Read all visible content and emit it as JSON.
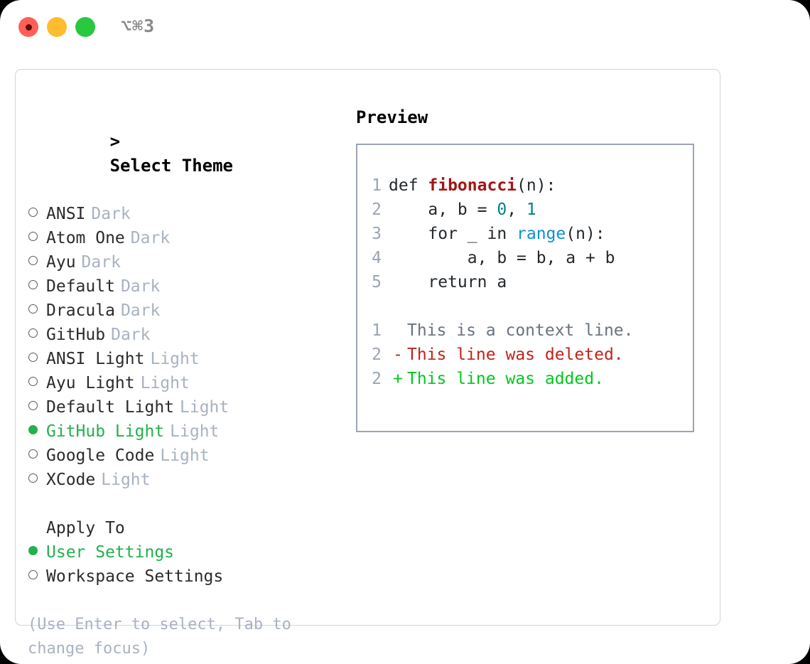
{
  "titlebar": {
    "shortcut": "⌥⌘3",
    "lights": [
      "close-red",
      "minimize-amber",
      "maximize-green"
    ]
  },
  "theme_list": {
    "header": "Select Theme",
    "cursor": ">",
    "items": [
      {
        "label": "ANSI",
        "tag": "Dark",
        "selected": false
      },
      {
        "label": "Atom One",
        "tag": "Dark",
        "selected": false
      },
      {
        "label": "Ayu",
        "tag": "Dark",
        "selected": false
      },
      {
        "label": "Default",
        "tag": "Dark",
        "selected": false
      },
      {
        "label": "Dracula",
        "tag": "Dark",
        "selected": false
      },
      {
        "label": "GitHub",
        "tag": "Dark",
        "selected": false
      },
      {
        "label": "ANSI Light",
        "tag": "Light",
        "selected": false
      },
      {
        "label": "Ayu Light",
        "tag": "Light",
        "selected": false
      },
      {
        "label": "Default Light",
        "tag": "Light",
        "selected": false
      },
      {
        "label": "GitHub Light",
        "tag": "Light",
        "selected": true
      },
      {
        "label": "Google Code",
        "tag": "Light",
        "selected": false
      },
      {
        "label": "XCode",
        "tag": "Light",
        "selected": false
      }
    ]
  },
  "apply_to": {
    "header": "Apply To",
    "items": [
      {
        "label": "User Settings",
        "selected": true
      },
      {
        "label": "Workspace Settings",
        "selected": false
      }
    ]
  },
  "hint": "(Use Enter to select, Tab to change focus)",
  "preview": {
    "header": "Preview",
    "code_lines": [
      {
        "num": "1",
        "segments": [
          {
            "text": "def ",
            "style": "plain"
          },
          {
            "text": "fibonacci",
            "style": "function"
          },
          {
            "text": "(n):",
            "style": "plain"
          }
        ]
      },
      {
        "num": "2",
        "segments": [
          {
            "text": "    a, b = ",
            "style": "plain"
          },
          {
            "text": "0",
            "style": "number"
          },
          {
            "text": ", ",
            "style": "plain"
          },
          {
            "text": "1",
            "style": "number"
          }
        ]
      },
      {
        "num": "3",
        "segments": [
          {
            "text": "    for _ in ",
            "style": "plain"
          },
          {
            "text": "range",
            "style": "call"
          },
          {
            "text": "(n):",
            "style": "plain"
          }
        ]
      },
      {
        "num": "4",
        "segments": [
          {
            "text": "        a, b = b, a + b",
            "style": "plain"
          }
        ]
      },
      {
        "num": "5",
        "segments": [
          {
            "text": "    return a",
            "style": "plain"
          }
        ]
      }
    ],
    "diff_lines": [
      {
        "num": "1",
        "mark": "",
        "text": "This is a context line.",
        "kind": "context"
      },
      {
        "num": "2",
        "mark": "-",
        "text": "This line was deleted.",
        "kind": "deleted"
      },
      {
        "num": "2",
        "mark": "+",
        "text": "This line was added.",
        "kind": "added"
      }
    ]
  },
  "colors": {
    "accent_green": "#22b14c",
    "muted": "#a8b2c1",
    "diff_deleted": "#c0221a",
    "diff_added": "#00c81e",
    "function": "#a31515",
    "number": "#00808a",
    "call": "#0c8fd4"
  }
}
